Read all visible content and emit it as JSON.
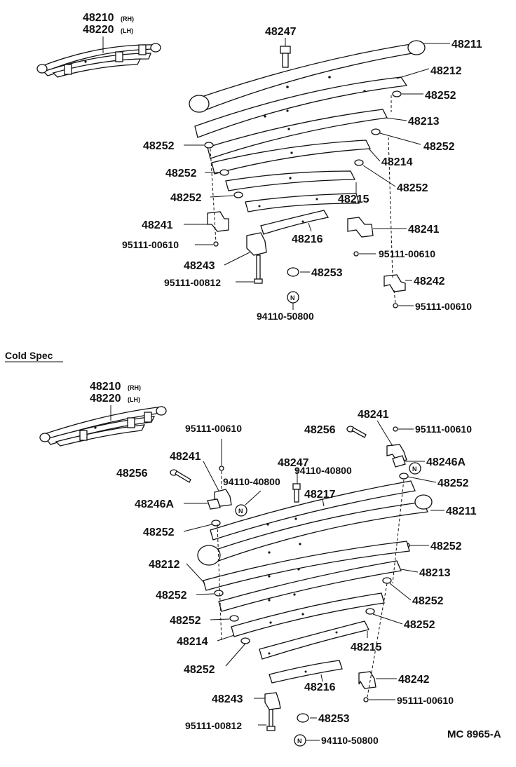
{
  "top": {
    "spring_assembly": {
      "number_a": "48210",
      "suffix_a": "(RH)",
      "number_b": "48220",
      "suffix_b": "(LH)"
    },
    "labels": {
      "p48247": "48247",
      "p48211": "48211",
      "p48212": "48212",
      "p48252_a": "48252",
      "p48213": "48213",
      "p48252_b": "48252",
      "p48252_c": "48252",
      "p48214": "48214",
      "p48252_d": "48252",
      "p48252_e": "48252",
      "p48252_f": "48252",
      "p48215": "48215",
      "p48241_l": "48241",
      "p48216": "48216",
      "p48241_r": "48241",
      "b95111_00610_a": "95111-00610",
      "b95111_00610_b": "95111-00610",
      "p48243": "48243",
      "p48253": "48253",
      "b95111_00812": "95111-00812",
      "p48242": "48242",
      "b95111_00610_c": "95111-00610",
      "n94110_50800": "94110-50800"
    }
  },
  "section_title": "Cold Spec",
  "bottom": {
    "spring_assembly": {
      "number_a": "48210",
      "suffix_a": "(RH)",
      "number_b": "48220",
      "suffix_b": "(LH)"
    },
    "labels": {
      "p48241_r": "48241",
      "b95111_00610_l": "95111-00610",
      "p48256_r": "48256",
      "b95111_00610_r": "95111-00610",
      "p48241_l": "48241",
      "p48247": "48247",
      "n94110_40800_r": "94110-40800",
      "p48246A_r": "48246A",
      "p48256_l": "48256",
      "n94110_40800_l": "94110-40800",
      "p48252_a": "48252",
      "p48217": "48217",
      "p48246A_l": "48246A",
      "p48211": "48211",
      "p48252_b": "48252",
      "p48252_c": "48252",
      "p48212": "48212",
      "p48213": "48213",
      "p48252_d": "48252",
      "p48252_e": "48252",
      "p48252_f": "48252",
      "p48252_g": "48252",
      "p48214": "48214",
      "p48215": "48215",
      "p48252_h": "48252",
      "p48242": "48242",
      "p48216": "48216",
      "p48243": "48243",
      "b95111_00610_b": "95111-00610",
      "p48253": "48253",
      "b95111_00812": "95111-00812",
      "n94110_50800": "94110-50800"
    }
  },
  "n_mark": "N",
  "figure_ref": "MC 8965-A"
}
